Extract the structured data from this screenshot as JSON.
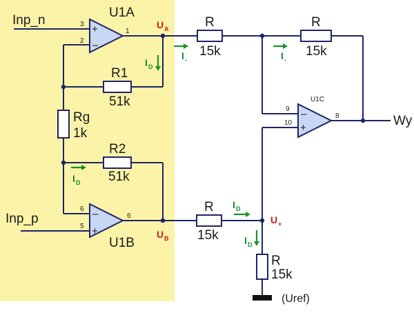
{
  "inputs": {
    "inp_n": "Inp_n",
    "inp_p": "Inp_p",
    "output": "Wy",
    "reference": "(Uref)"
  },
  "opamps": {
    "u1a": {
      "name": "U1A",
      "pin_plus": "3",
      "pin_minus": "2",
      "pin_out": "1"
    },
    "u1b": {
      "name": "U1B",
      "pin_minus": "6",
      "pin_plus": "5",
      "pin_out": "6"
    },
    "u1c": {
      "name": "U1C",
      "pin_minus": "9",
      "pin_plus": "10",
      "pin_out": "8"
    }
  },
  "resistors": {
    "r1": {
      "name": "R1",
      "value": "51k"
    },
    "r2": {
      "name": "R2",
      "value": "51k"
    },
    "rg": {
      "name": "Rg",
      "value": "1k"
    },
    "r_top_left": {
      "name": "R",
      "value": "15k"
    },
    "r_top_right": {
      "name": "R",
      "value": "15k"
    },
    "r_bottom": {
      "name": "R",
      "value": "15k"
    },
    "r_ground": {
      "name": "R",
      "value": "15k"
    }
  },
  "nodes": {
    "ua": {
      "main": "U",
      "sub": "A"
    },
    "ub": {
      "main": "U",
      "sub": "B"
    },
    "uplus": {
      "main": "U",
      "sub": "+"
    }
  },
  "currents": {
    "i_minus": {
      "main": "I",
      "sub": "-"
    },
    "i_d": {
      "main": "I",
      "sub": "D"
    }
  },
  "colors": {
    "highlight_background": "#fbf3a8",
    "wire": "#1c2466",
    "opamp_body": "#c8d7f4",
    "node_label": "#d51b1b",
    "current_arrow": "#17922a"
  }
}
